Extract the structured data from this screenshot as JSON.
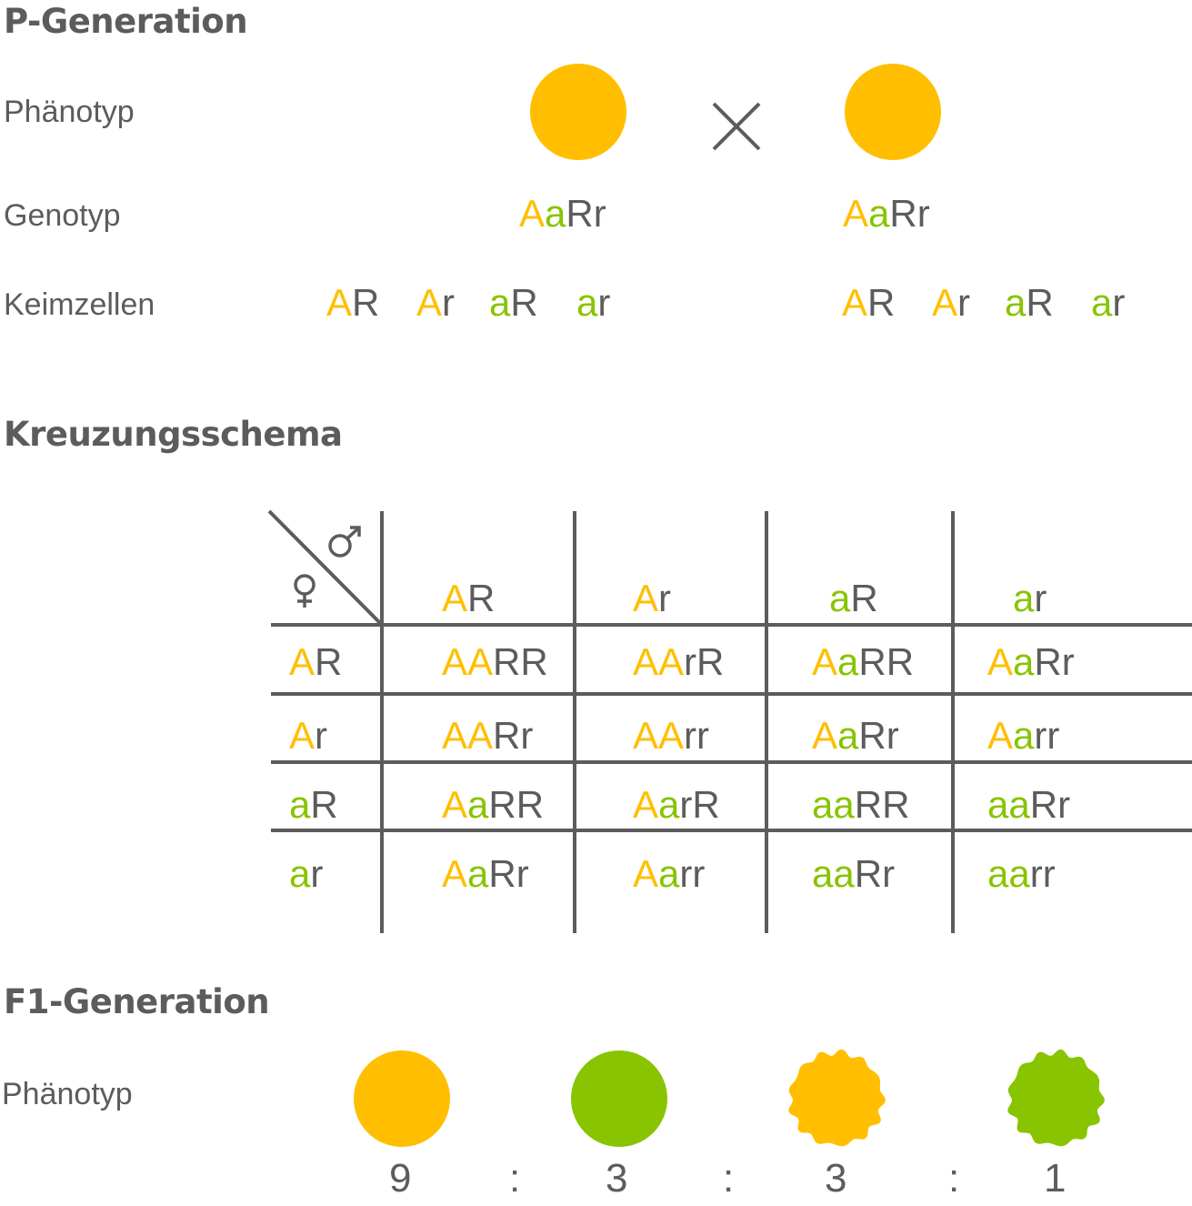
{
  "headings": {
    "p_generation": "P-Generation",
    "kreuzungsschema": "Kreuzungsschema",
    "f1_generation": "F1-Generation"
  },
  "labels": {
    "phaenotyp_p": "Phänotyp",
    "genotyp": "Genotyp",
    "keimzellen": "Keimzellen",
    "phaenotyp_f1": "Phänotyp"
  },
  "colors": {
    "dominant_allele_A": "#ffbf00",
    "recessive_allele_a": "#88c400",
    "text": "#5c5c5c",
    "lines": "#5c5c5c"
  },
  "parents": {
    "cross_symbol": "×",
    "left": {
      "phenotype": "yellow-round",
      "genotype": [
        [
          "A",
          "y"
        ],
        [
          "a",
          "g"
        ],
        [
          "R",
          "d"
        ],
        [
          "r",
          "d"
        ]
      ]
    },
    "right": {
      "phenotype": "yellow-round",
      "genotype": [
        [
          "A",
          "y"
        ],
        [
          "a",
          "g"
        ],
        [
          "R",
          "d"
        ],
        [
          "r",
          "d"
        ]
      ]
    }
  },
  "gametes": {
    "left": [
      [
        [
          "A",
          "y"
        ],
        [
          "R",
          "d"
        ]
      ],
      [
        [
          "A",
          "y"
        ],
        [
          "r",
          "d"
        ]
      ],
      [
        [
          "a",
          "g"
        ],
        [
          "R",
          "d"
        ]
      ],
      [
        [
          "a",
          "g"
        ],
        [
          "r",
          "d"
        ]
      ]
    ],
    "right": [
      [
        [
          "A",
          "y"
        ],
        [
          "R",
          "d"
        ]
      ],
      [
        [
          "A",
          "y"
        ],
        [
          "r",
          "d"
        ]
      ],
      [
        [
          "a",
          "g"
        ],
        [
          "R",
          "d"
        ]
      ],
      [
        [
          "a",
          "g"
        ],
        [
          "r",
          "d"
        ]
      ]
    ]
  },
  "punnett": {
    "male_symbol": "♂",
    "female_symbol": "♀",
    "col_headers": [
      [
        [
          "A",
          "y"
        ],
        [
          "R",
          "d"
        ]
      ],
      [
        [
          "A",
          "y"
        ],
        [
          "r",
          "d"
        ]
      ],
      [
        [
          "a",
          "g"
        ],
        [
          "R",
          "d"
        ]
      ],
      [
        [
          "a",
          "g"
        ],
        [
          "r",
          "d"
        ]
      ]
    ],
    "row_headers": [
      [
        [
          "A",
          "y"
        ],
        [
          "R",
          "d"
        ]
      ],
      [
        [
          "A",
          "y"
        ],
        [
          "r",
          "d"
        ]
      ],
      [
        [
          "a",
          "g"
        ],
        [
          "R",
          "d"
        ]
      ],
      [
        [
          "a",
          "g"
        ],
        [
          "r",
          "d"
        ]
      ]
    ],
    "cells": [
      [
        [
          [
            "A",
            "y"
          ],
          [
            "A",
            "y"
          ],
          [
            "R",
            "d"
          ],
          [
            "R",
            "d"
          ]
        ],
        [
          [
            "A",
            "y"
          ],
          [
            "A",
            "y"
          ],
          [
            "r",
            "d"
          ],
          [
            "R",
            "d"
          ]
        ],
        [
          [
            "A",
            "y"
          ],
          [
            "a",
            "g"
          ],
          [
            "R",
            "d"
          ],
          [
            "R",
            "d"
          ]
        ],
        [
          [
            "A",
            "y"
          ],
          [
            "a",
            "g"
          ],
          [
            "R",
            "d"
          ],
          [
            "r",
            "d"
          ]
        ]
      ],
      [
        [
          [
            "A",
            "y"
          ],
          [
            "A",
            "y"
          ],
          [
            "R",
            "d"
          ],
          [
            "r",
            "d"
          ]
        ],
        [
          [
            "A",
            "y"
          ],
          [
            "A",
            "y"
          ],
          [
            "r",
            "d"
          ],
          [
            "r",
            "d"
          ]
        ],
        [
          [
            "A",
            "y"
          ],
          [
            "a",
            "g"
          ],
          [
            "R",
            "d"
          ],
          [
            "r",
            "d"
          ]
        ],
        [
          [
            "A",
            "y"
          ],
          [
            "a",
            "g"
          ],
          [
            "r",
            "d"
          ],
          [
            "r",
            "d"
          ]
        ]
      ],
      [
        [
          [
            "A",
            "y"
          ],
          [
            "a",
            "g"
          ],
          [
            "R",
            "d"
          ],
          [
            "R",
            "d"
          ]
        ],
        [
          [
            "A",
            "y"
          ],
          [
            "a",
            "g"
          ],
          [
            "r",
            "d"
          ],
          [
            "R",
            "d"
          ]
        ],
        [
          [
            "a",
            "g"
          ],
          [
            "a",
            "g"
          ],
          [
            "R",
            "d"
          ],
          [
            "R",
            "d"
          ]
        ],
        [
          [
            "a",
            "g"
          ],
          [
            "a",
            "g"
          ],
          [
            "R",
            "d"
          ],
          [
            "r",
            "d"
          ]
        ]
      ],
      [
        [
          [
            "A",
            "y"
          ],
          [
            "a",
            "g"
          ],
          [
            "R",
            "d"
          ],
          [
            "r",
            "d"
          ]
        ],
        [
          [
            "A",
            "y"
          ],
          [
            "a",
            "g"
          ],
          [
            "r",
            "d"
          ],
          [
            "r",
            "d"
          ]
        ],
        [
          [
            "a",
            "g"
          ],
          [
            "a",
            "g"
          ],
          [
            "R",
            "d"
          ],
          [
            "r",
            "d"
          ]
        ],
        [
          [
            "a",
            "g"
          ],
          [
            "a",
            "g"
          ],
          [
            "r",
            "d"
          ],
          [
            "r",
            "d"
          ]
        ]
      ]
    ]
  },
  "f1": {
    "phenotypes": [
      {
        "name": "yellow-round",
        "count": "9"
      },
      {
        "name": "green-round",
        "count": "3"
      },
      {
        "name": "yellow-wrinkled",
        "count": "3"
      },
      {
        "name": "green-wrinkled",
        "count": "1"
      }
    ],
    "separator": ":"
  }
}
